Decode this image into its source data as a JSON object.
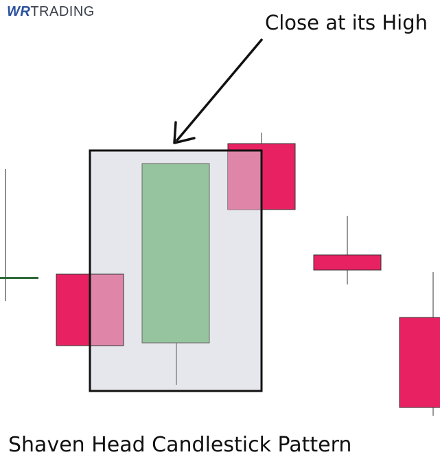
{
  "brand": {
    "mark": "WR",
    "word": "TRADING"
  },
  "callout_text": "Close at its High",
  "caption": "Shaven Head Candlestick Pattern",
  "colors": {
    "bearish": "#e82262",
    "bullish": "#96c49e",
    "highlight_bg": "#e5e7ec",
    "overlap": "#df85a7",
    "outline": "#111111"
  },
  "candles": [
    {
      "name": "candle-1",
      "type": "doji"
    },
    {
      "name": "candle-2",
      "type": "bearish"
    },
    {
      "name": "candle-3",
      "type": "bullish",
      "note": "shaven head"
    },
    {
      "name": "candle-4",
      "type": "bearish"
    },
    {
      "name": "candle-5",
      "type": "bearish"
    },
    {
      "name": "candle-6",
      "type": "bearish"
    }
  ]
}
